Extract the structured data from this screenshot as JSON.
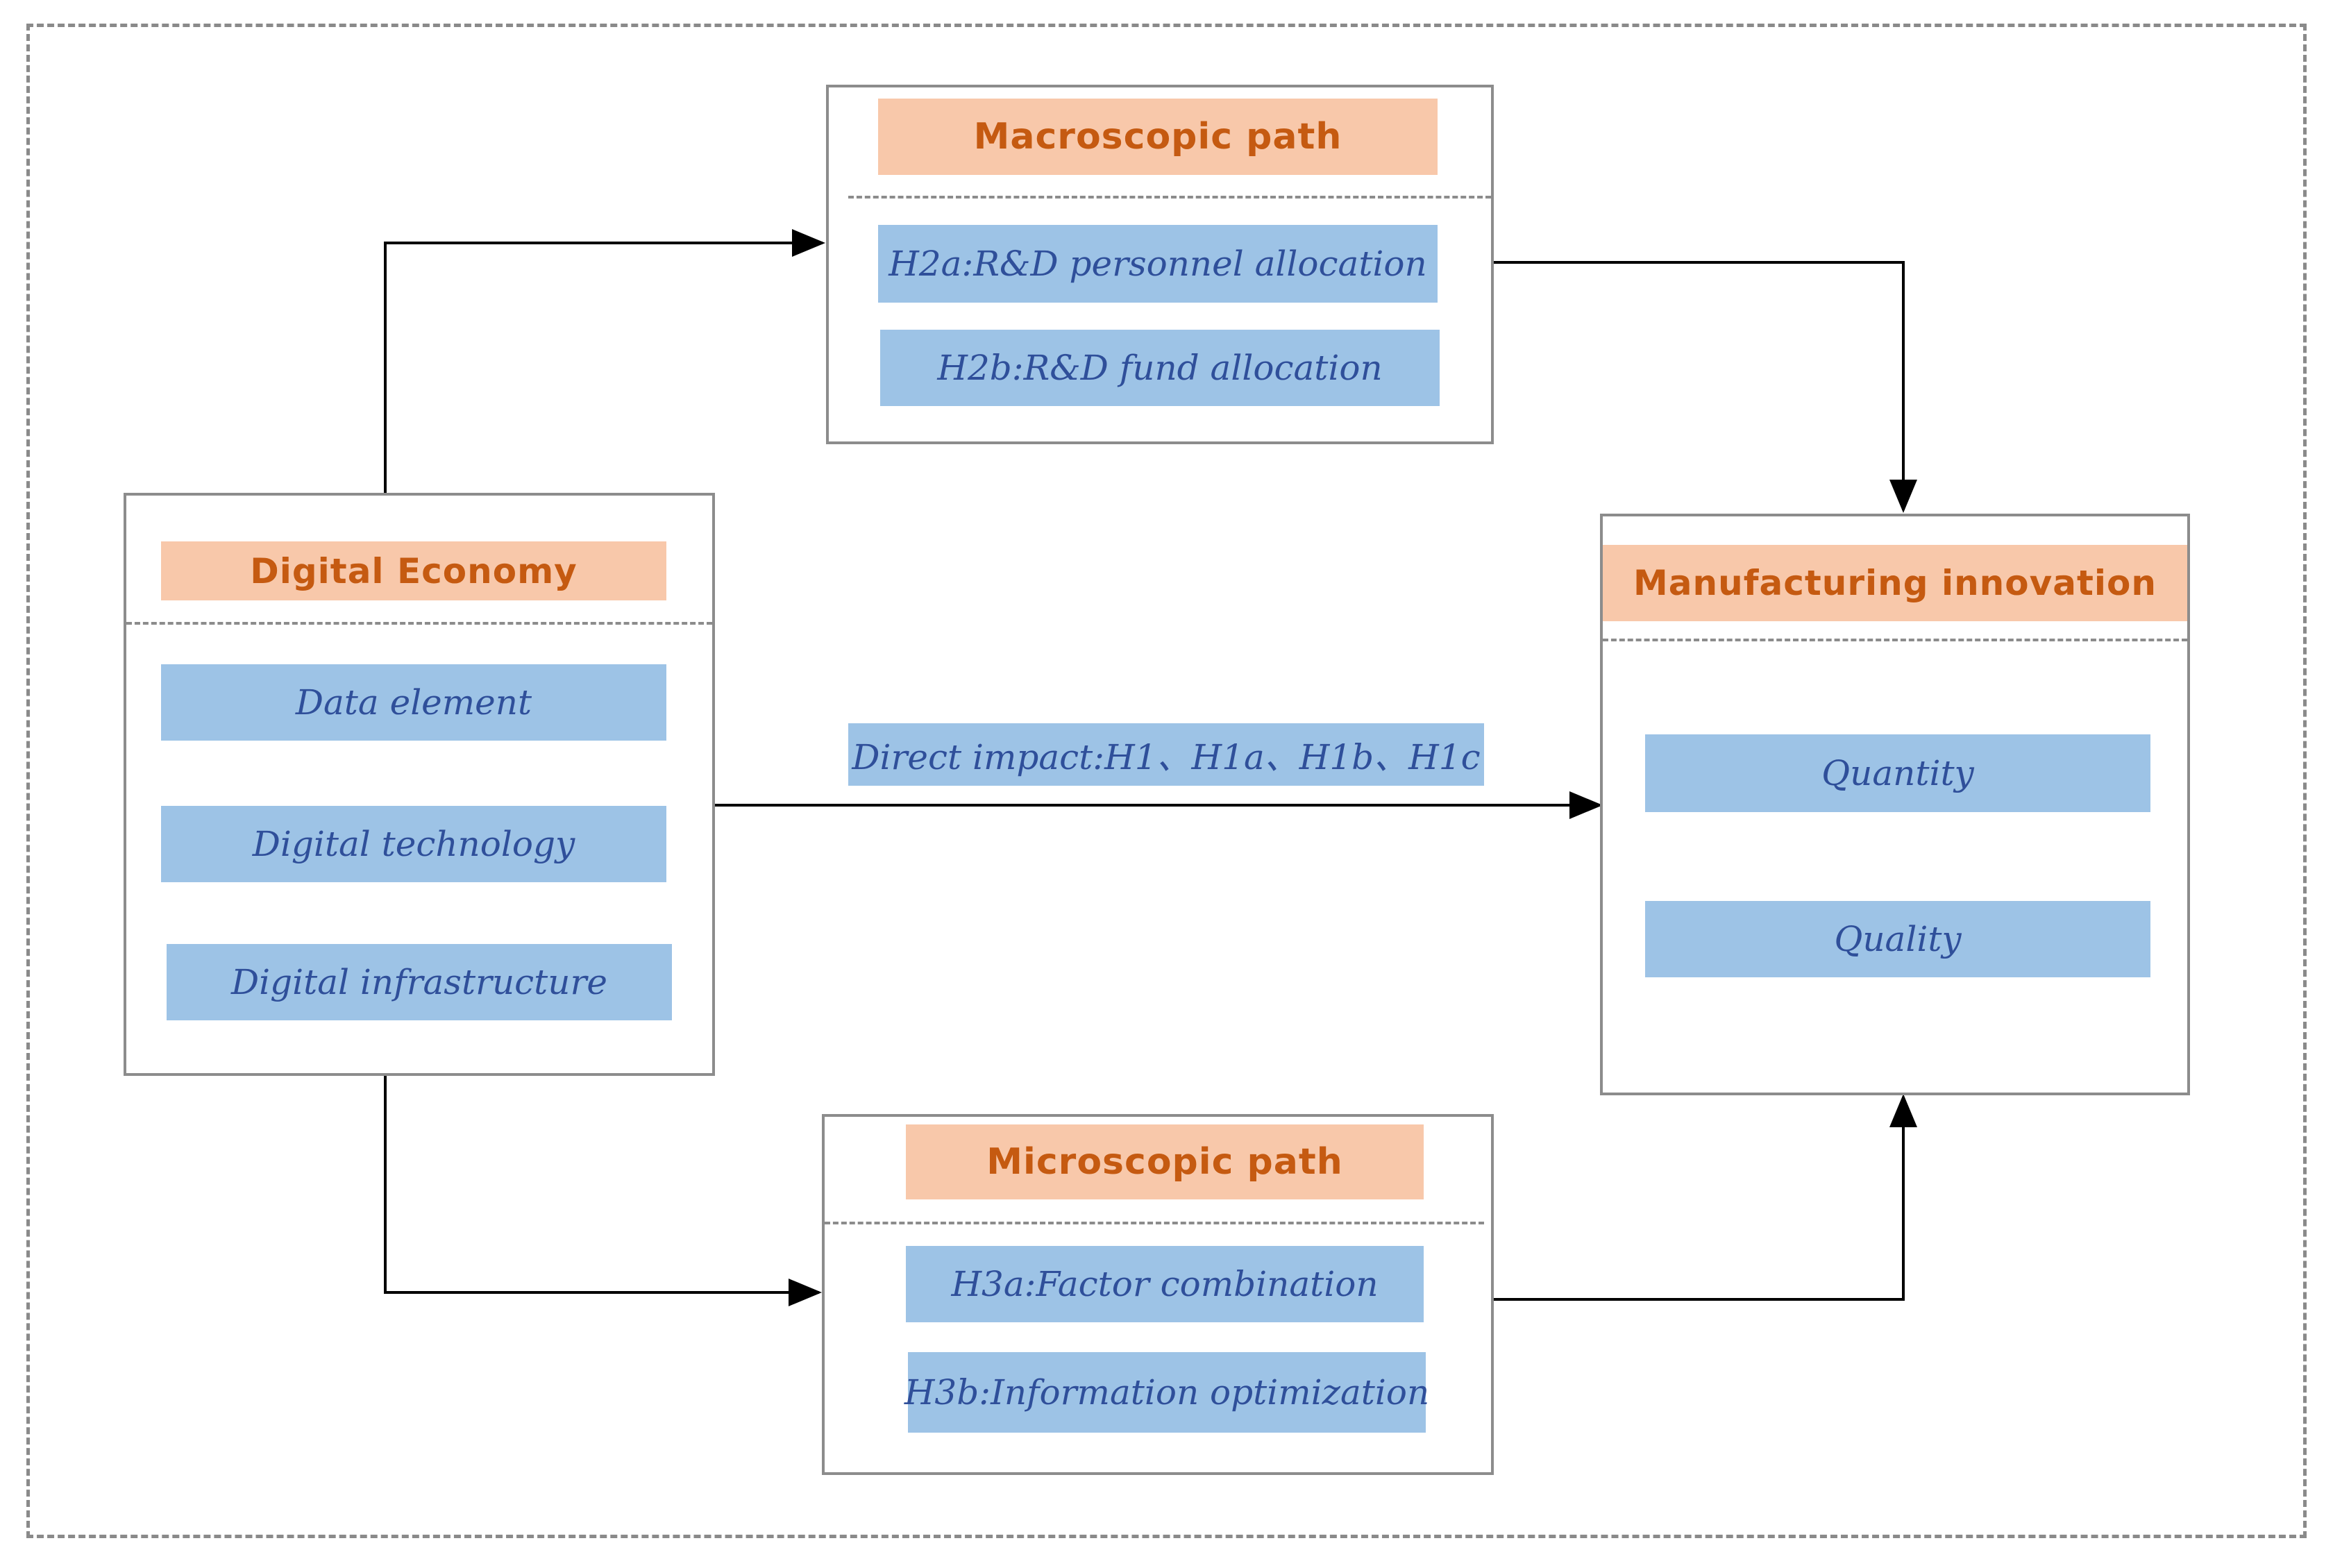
{
  "digital_economy": {
    "title": "Digital Economy",
    "items": [
      "Data element",
      "Digital technology",
      "Digital infrastructure"
    ]
  },
  "macroscopic": {
    "title": "Macroscopic path",
    "items": [
      "H2a:R&D personnel allocation",
      "H2b:R&D fund allocation"
    ]
  },
  "microscopic": {
    "title": "Microscopic path",
    "items": [
      "H3a:Factor combination",
      "H3b:Information optimization"
    ]
  },
  "manufacturing": {
    "title": "Manufacturing innovation",
    "items": [
      "Quantity",
      "Quality"
    ]
  },
  "direct_label": "Direct impact:H1、H1a、H1b、H1c",
  "colors": {
    "header_bg": "#f8c8aa",
    "header_text": "#c55a11",
    "item_bg": "#9dc3e6",
    "item_text": "#2f4f9a",
    "border": "#8c8c8c"
  }
}
